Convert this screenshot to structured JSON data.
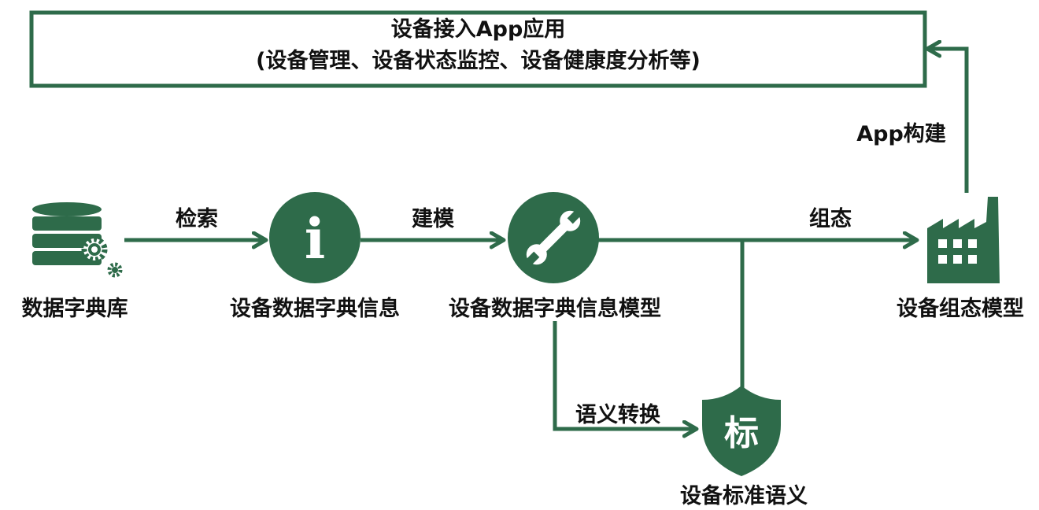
{
  "app_box": {
    "line1": "设备接入App应用",
    "line2": "(设备管理、设备状态监控、设备健康度分析等)"
  },
  "nodes": {
    "dict_db": "数据字典库",
    "dict_info": "设备数据字典信息",
    "dict_model": "设备数据字典信息模型",
    "config_model": "设备组态模型",
    "semantics": "设备标准语义"
  },
  "edges": {
    "retrieve": "检索",
    "modeling": "建模",
    "configure": "组态",
    "semantic_convert": "语义转换",
    "app_build": "App构建"
  },
  "icons": {
    "info": "i",
    "shield": "标"
  },
  "colors": {
    "accent": "#2e6b4a",
    "text": "#111111"
  }
}
